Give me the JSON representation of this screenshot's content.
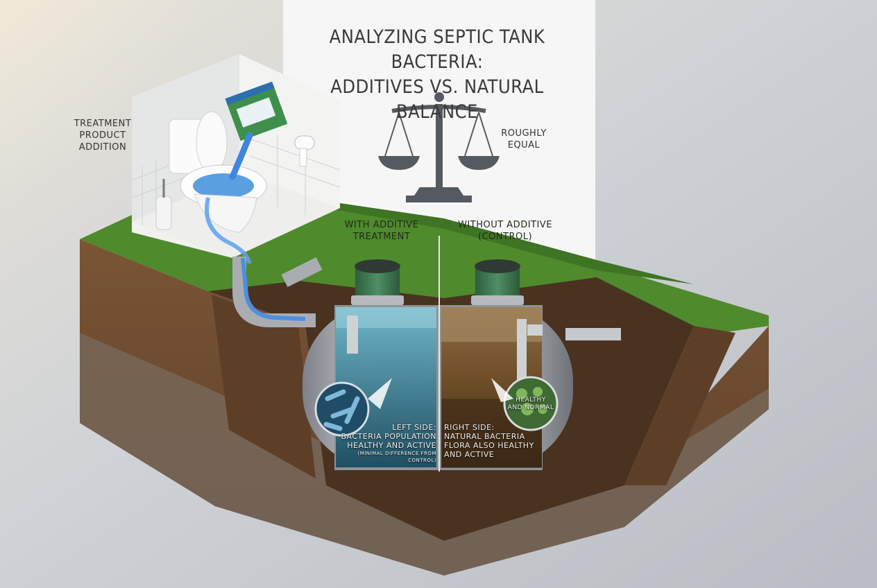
{
  "title_line1": "ANALYZING SEPTIC TANK BACTERIA:",
  "title_line2": "ADDITIVES VS. NATURAL BALANCE",
  "labels": {
    "treatment": [
      "TREATMENT",
      "PRODUCT",
      "ADDITION"
    ],
    "balance": [
      "ROUGHLY",
      "EQUAL"
    ],
    "with_additive": [
      "WITH ADDITIVE",
      "TREATMENT"
    ],
    "without_additive": [
      "WITHOUT ADDITIVE",
      "(CONTROL)"
    ],
    "left_side": [
      "LEFT SIDE:",
      "BACTERIA POPULATION",
      "HEALTHY AND ACTIVE",
      "(MINIMAL DIFFERENCE FROM CONTROL)"
    ],
    "right_side": [
      "RIGHT SIDE:",
      "NATURAL BACTERIA",
      "FLORA ALSO HEALTHY",
      "AND ACTIVE"
    ],
    "healthy_badge": [
      "HEALTHY",
      "AND NORMAL"
    ]
  },
  "colors": {
    "grass": "#4f8a2c",
    "soil": "#6b4a30",
    "tank": "#9a9ea3",
    "lid": "#3f7a52",
    "treated_water": "#3f8fa8",
    "control_sludge": "#6a4b26",
    "scale": "#555a60"
  }
}
